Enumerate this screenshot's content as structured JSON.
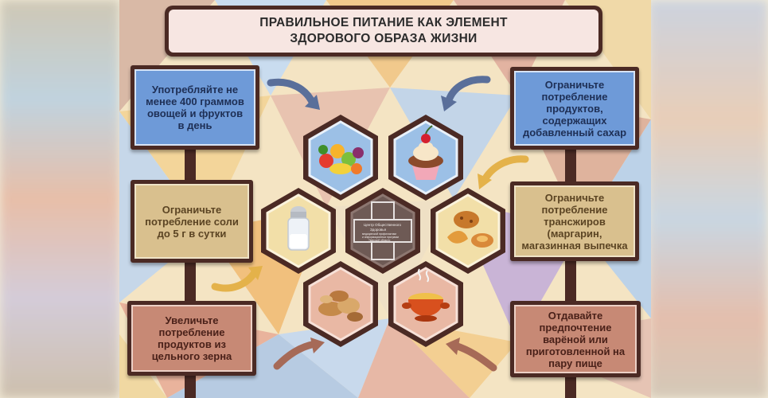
{
  "title": {
    "line1": "ПРАВИЛЬНОЕ ПИТАНИЕ КАК ЭЛЕМЕНТ",
    "line2": "ЗДОРОВОГО ОБРАЗА ЖИЗНИ"
  },
  "cards": {
    "vegetables": [
      "Употребляйте не",
      "менее 400 граммов",
      "овощей и фруктов",
      "в день"
    ],
    "salt": [
      "Ограничьте",
      "потребление соли",
      "до 5 г в сутки"
    ],
    "grain": [
      "Увеличьте",
      "потребление",
      "продуктов из",
      "цельного зерна"
    ],
    "sugar": [
      "Ограничьте",
      "потребление",
      "продуктов,",
      "содержащих",
      "добавленный сахар"
    ],
    "transfat": [
      "Ограничьте",
      "потребление",
      "трансжиров",
      "(маргарин,",
      "магазинная выпечка"
    ],
    "boiled": [
      "Отдавайте",
      "предпочтение",
      "варёной или",
      "приготовленной на",
      "пару пище"
    ]
  },
  "logo_text": [
    "Центр Общественного",
    "Здоровья",
    "медицинской профилактики",
    "и информационных программ",
    "Тверской области"
  ],
  "icons": [
    "fruits-icon",
    "cupcake-icon",
    "salt-shaker-icon",
    "logo-icon",
    "cookies-icon",
    "bread-icon",
    "pot-icon"
  ],
  "colors": {
    "frame": "#4b2a24",
    "blue": "#6e9ad8",
    "tan": "#d9c08e",
    "rose": "#c78975"
  }
}
